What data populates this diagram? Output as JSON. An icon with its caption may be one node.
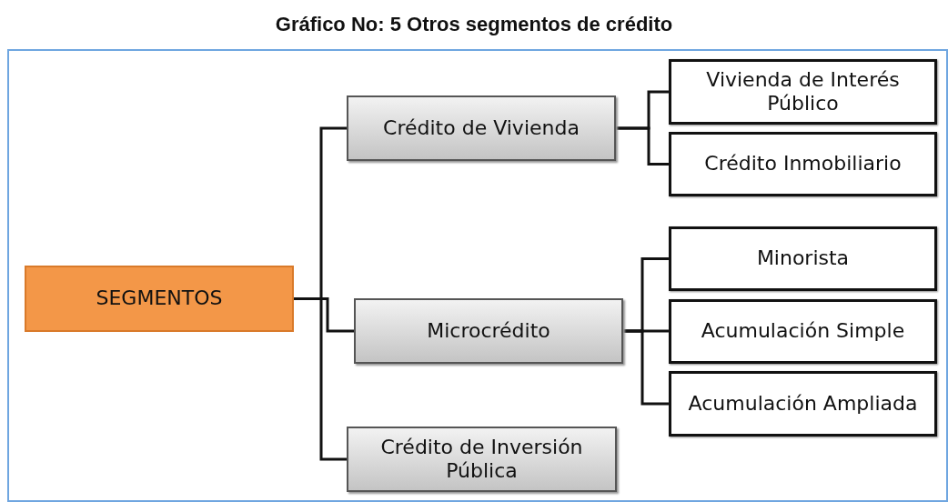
{
  "diagram": {
    "title": "Gráfico No: 5 Otros segmentos de crédito",
    "nodes": [
      {
        "text": [
          "SEGMENTOS"
        ]
      },
      {
        "text": [
          "Crédito de Vivienda"
        ]
      },
      {
        "text": [
          "Microcrédito"
        ]
      },
      {
        "text": [
          "Crédito de Inversión Pública"
        ]
      },
      {
        "text": [
          "Vivienda de Interés Público"
        ]
      },
      {
        "text": [
          "Crédito Inmobiliario"
        ]
      },
      {
        "text": [
          "Minorista"
        ]
      },
      {
        "text": [
          "Acumulación Simple"
        ]
      },
      {
        "text": [
          "Acumulación Ampliada"
        ]
      }
    ],
    "edges": [
      {
        "from": 0,
        "to": 1,
        "arrow": "none"
      },
      {
        "from": 0,
        "to": 2,
        "arrow": "none"
      },
      {
        "from": 0,
        "to": 3,
        "arrow": "none"
      },
      {
        "from": 1,
        "to": 4,
        "arrow": "none"
      },
      {
        "from": 1,
        "to": 5,
        "arrow": "none"
      },
      {
        "from": 2,
        "to": 6,
        "arrow": "none"
      },
      {
        "from": 2,
        "to": 7,
        "arrow": "none"
      },
      {
        "from": 2,
        "to": 8,
        "arrow": "none"
      }
    ]
  }
}
